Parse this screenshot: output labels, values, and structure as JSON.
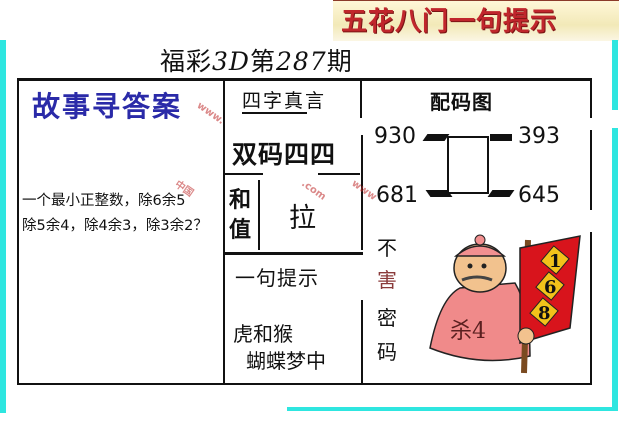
{
  "banner": {
    "text": "五花八门一句提示"
  },
  "header": {
    "prefix": "福彩",
    "game": "3D",
    "mid": "第",
    "issue": "287",
    "suffix": "期"
  },
  "story": {
    "title": "故事寻答案",
    "riddle_line1": "一个最小正整数，除6余5",
    "riddle_line2": "除5余4，除4余3，除3余2？"
  },
  "four_char": {
    "heading": "四字真言",
    "phrase": "双码四四"
  },
  "sum_value": {
    "label_top": "和",
    "label_bottom": "值",
    "value": "拉"
  },
  "one_hint": {
    "label": "一句提示"
  },
  "hint_poem": {
    "line1": "虎和猴",
    "line2": "蝴蝶梦中"
  },
  "vertical_code": {
    "chars": [
      "不",
      "害",
      "密",
      "码"
    ]
  },
  "pairing": {
    "heading": "配码图",
    "top_left": "930",
    "top_right": "393",
    "bottom_left": "681",
    "bottom_right": "645"
  },
  "mascot": {
    "flag_numbers": [
      "1",
      "6",
      "8"
    ],
    "kill_text": "杀4"
  },
  "colors": {
    "frame_cyan": "#2ee6e0",
    "banner_red": "#c0262c",
    "title_blue": "#2a2aa8",
    "flag_red": "#d8141c",
    "flag_diamond": "#f2c21a"
  }
}
